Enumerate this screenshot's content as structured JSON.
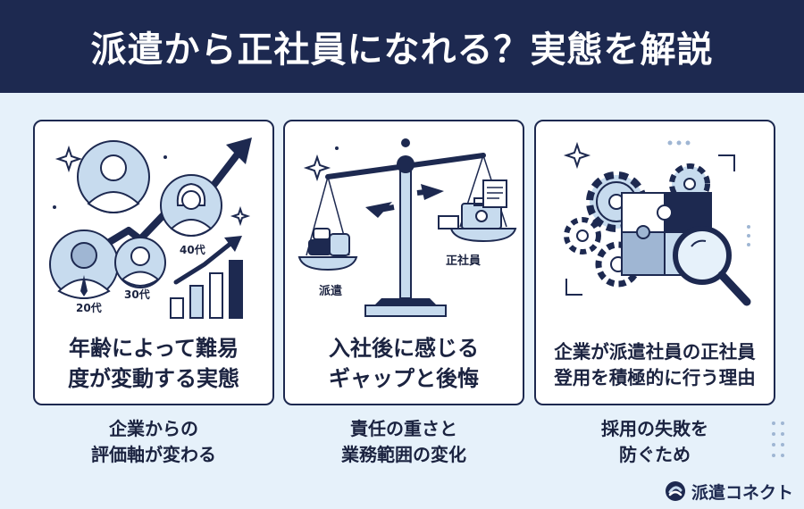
{
  "header": {
    "title": "派遣から正社員になれる？実態を解説"
  },
  "cards": [
    {
      "title_lines": [
        "年齢によって難易",
        "度が変動する実態"
      ],
      "age_labels": [
        "20代",
        "30代",
        "40代"
      ]
    },
    {
      "title_lines": [
        "入社後に感じる",
        "ギャップと後悔"
      ],
      "scale_labels": [
        "派遣",
        "正社員"
      ]
    },
    {
      "title_lines": [
        "企業が派遣社員の正社員",
        "登用を積極的に行う理由"
      ]
    }
  ],
  "captions": [
    [
      "企業からの",
      "評価軸が変わる"
    ],
    [
      "責任の重さと",
      "業務範囲の変化"
    ],
    [
      "採用の失敗を",
      "防ぐため"
    ]
  ],
  "logo": {
    "text": "派遣コネクト"
  },
  "colors": {
    "navy": "#1d2950",
    "light_blue": "#c7dbee",
    "background": "#e6f1fa"
  }
}
